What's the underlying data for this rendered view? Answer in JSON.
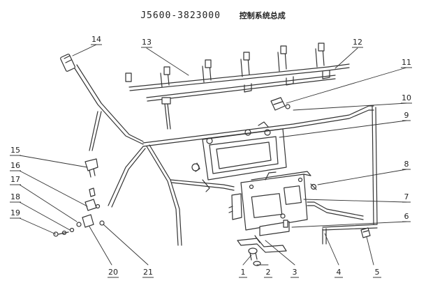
{
  "title": {
    "code": "J5600-3823000",
    "name": "控制系统总成"
  },
  "callouts": [
    {
      "id": "1",
      "label": "1"
    },
    {
      "id": "2",
      "label": "2"
    },
    {
      "id": "3",
      "label": "3"
    },
    {
      "id": "4",
      "label": "4"
    },
    {
      "id": "5",
      "label": "5"
    },
    {
      "id": "6",
      "label": "6"
    },
    {
      "id": "7",
      "label": "7"
    },
    {
      "id": "8",
      "label": "8"
    },
    {
      "id": "9",
      "label": "9"
    },
    {
      "id": "10",
      "label": "10"
    },
    {
      "id": "11",
      "label": "11"
    },
    {
      "id": "12",
      "label": "12"
    },
    {
      "id": "13",
      "label": "13"
    },
    {
      "id": "14",
      "label": "14"
    },
    {
      "id": "15",
      "label": "15"
    },
    {
      "id": "16",
      "label": "16"
    },
    {
      "id": "17",
      "label": "17"
    },
    {
      "id": "18",
      "label": "18"
    },
    {
      "id": "19",
      "label": "19"
    },
    {
      "id": "20",
      "label": "20"
    },
    {
      "id": "21",
      "label": "21"
    }
  ]
}
